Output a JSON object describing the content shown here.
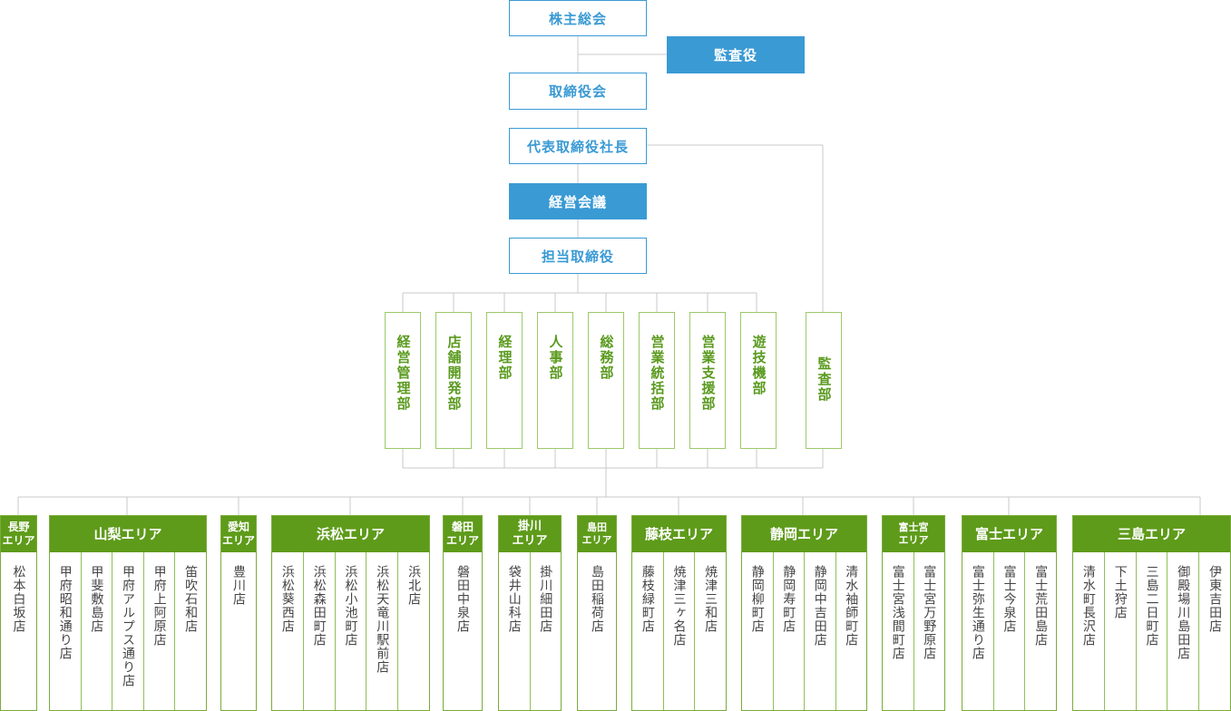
{
  "colors": {
    "blue": "#3a9ad4",
    "green": "#5e9b1a",
    "green_light": "#9cc96b",
    "line": "#c8c8c8"
  },
  "top": {
    "shareholders": "株主総会",
    "auditor": "監査役",
    "board": "取締役会",
    "president": "代表取締役社長",
    "management_meeting": "経営会議",
    "director": "担当取締役"
  },
  "departments": [
    "経営管理部",
    "店舗開発部",
    "経理部",
    "人事部",
    "総務部",
    "営業統括部",
    "営業支援部",
    "遊技機部"
  ],
  "audit_department": "監査部",
  "areas": [
    {
      "name": "長野\nエリア",
      "stores": [
        "松本白坂店"
      ]
    },
    {
      "name": "山梨エリア",
      "stores": [
        "甲府昭和通り店",
        "甲斐敷島店",
        "甲府アルプス通り店",
        "甲府上阿原店",
        "笛吹石和店"
      ]
    },
    {
      "name": "愛知\nエリア",
      "stores": [
        "豊川店"
      ]
    },
    {
      "name": "浜松エリア",
      "stores": [
        "浜松葵西店",
        "浜松森田町店",
        "浜松小池町店",
        "浜松天竜川駅前店",
        "浜北店"
      ]
    },
    {
      "name": "磐田\nエリア",
      "stores": [
        "磐田中泉店"
      ]
    },
    {
      "name": "掛川\nエリア",
      "stores": [
        "袋井山科店",
        "掛川細田店"
      ]
    },
    {
      "name": "島田\nエリア",
      "stores": [
        "島田稲荷店"
      ]
    },
    {
      "name": "藤枝エリア",
      "stores": [
        "藤枝緑町店",
        "焼津三ヶ名店",
        "焼津三和店"
      ]
    },
    {
      "name": "静岡エリア",
      "stores": [
        "静岡柳町店",
        "静岡寿町店",
        "静岡中吉田店",
        "清水袖師町店"
      ]
    },
    {
      "name": "富士宮\nエリア",
      "stores": [
        "富士宮浅間町店",
        "富士宮万野原店"
      ]
    },
    {
      "name": "富士エリア",
      "stores": [
        "富士弥生通り店",
        "富士今泉店",
        "富士荒田島店"
      ]
    },
    {
      "name": "三島エリア",
      "stores": [
        "清水町長沢店",
        "下土狩店",
        "三島二日町店",
        "御殿場川島田店",
        "伊東吉田店"
      ]
    }
  ]
}
